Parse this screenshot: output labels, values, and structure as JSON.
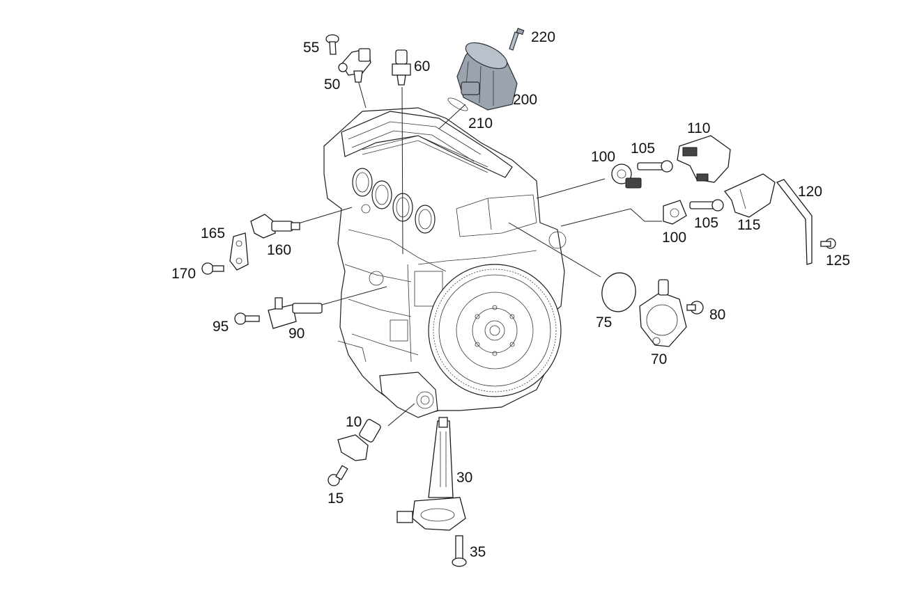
{
  "diagram": {
    "labels": {
      "l10": "10",
      "l15": "15",
      "l30": "30",
      "l35": "35",
      "l50": "50",
      "l55": "55",
      "l60": "60",
      "l70": "70",
      "l75": "75",
      "l80": "80",
      "l90": "90",
      "l95": "95",
      "l100a": "100",
      "l100b": "100",
      "l105a": "105",
      "l105b": "105",
      "l110": "110",
      "l115": "115",
      "l120": "120",
      "l125": "125",
      "l160": "160",
      "l165": "165",
      "l170": "170",
      "l200": "200",
      "l210": "210",
      "l220": "220"
    },
    "colors": {
      "background": "#ffffff",
      "line": "#1e1e1e",
      "highlight_part": "#9aa3ae"
    }
  }
}
